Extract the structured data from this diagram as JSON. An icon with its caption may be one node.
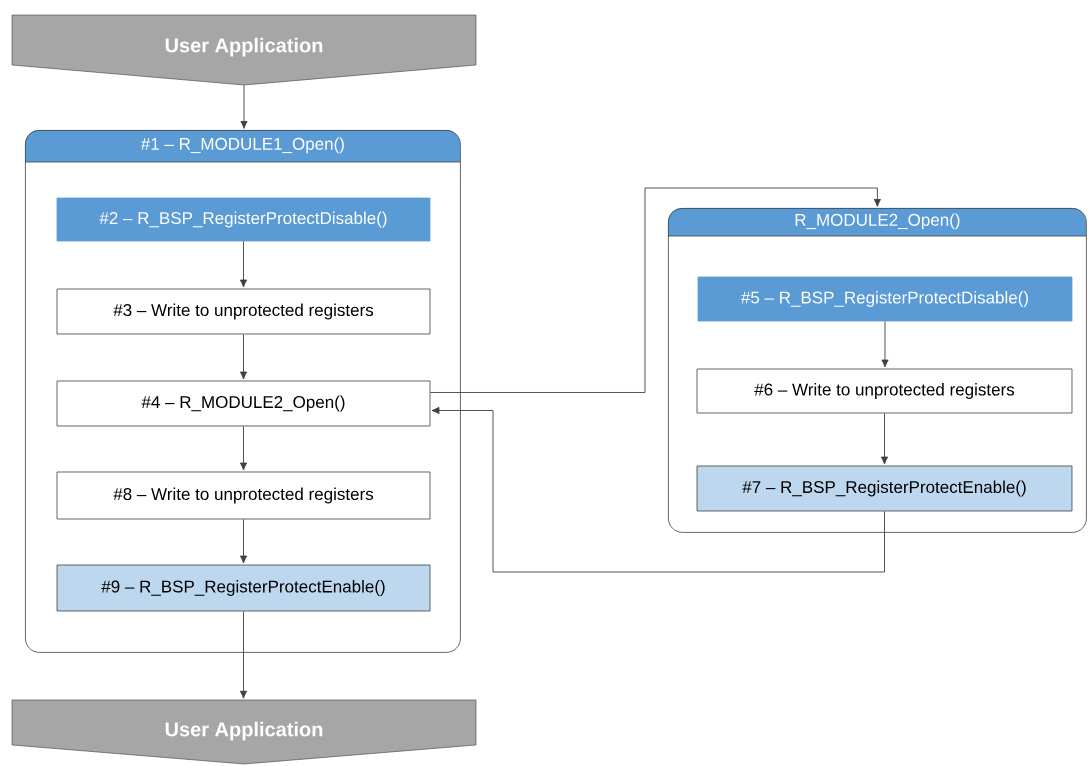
{
  "diagram": {
    "nodes": [
      {
        "text": [
          "User Application"
        ]
      },
      {
        "text": [
          "#1 – R_MODULE1_Open()"
        ]
      },
      {
        "text": [
          "#2 – R_BSP_RegisterProtectDisable()"
        ],
        "in": 1
      },
      {
        "text": [
          "#3 – Write to unprotected registers"
        ],
        "in": 1
      },
      {
        "text": [
          "#4 – R_MODULE2_Open()"
        ],
        "in": 1
      },
      {
        "text": [
          "#8 – Write to unprotected registers"
        ],
        "in": 1
      },
      {
        "text": [
          "#9 – R_BSP_RegisterProtectEnable()"
        ],
        "in": 1
      },
      {
        "text": [
          "R_MODULE2_Open()"
        ]
      },
      {
        "text": [
          "#5 – R_BSP_RegisterProtectDisable()"
        ],
        "in": 7
      },
      {
        "text": [
          "#6 – Write to unprotected registers"
        ],
        "in": 7
      },
      {
        "text": [
          "#7 – R_BSP_RegisterProtectEnable()"
        ],
        "in": 7
      },
      {
        "text": [
          "User Application"
        ]
      }
    ],
    "edges": [
      {
        "from": 0,
        "to": 1,
        "arrow": "to"
      },
      {
        "from": 2,
        "to": 3,
        "arrow": "to"
      },
      {
        "from": 3,
        "to": 4,
        "arrow": "to"
      },
      {
        "from": 4,
        "to": 7,
        "arrow": "to"
      },
      {
        "from": 8,
        "to": 9,
        "arrow": "to"
      },
      {
        "from": 9,
        "to": 10,
        "arrow": "to"
      },
      {
        "from": 10,
        "to": 4,
        "arrow": "to"
      },
      {
        "from": 4,
        "to": 5,
        "arrow": "to"
      },
      {
        "from": 5,
        "to": 6,
        "arrow": "to"
      },
      {
        "from": 6,
        "to": 11,
        "arrow": "to"
      }
    ]
  }
}
